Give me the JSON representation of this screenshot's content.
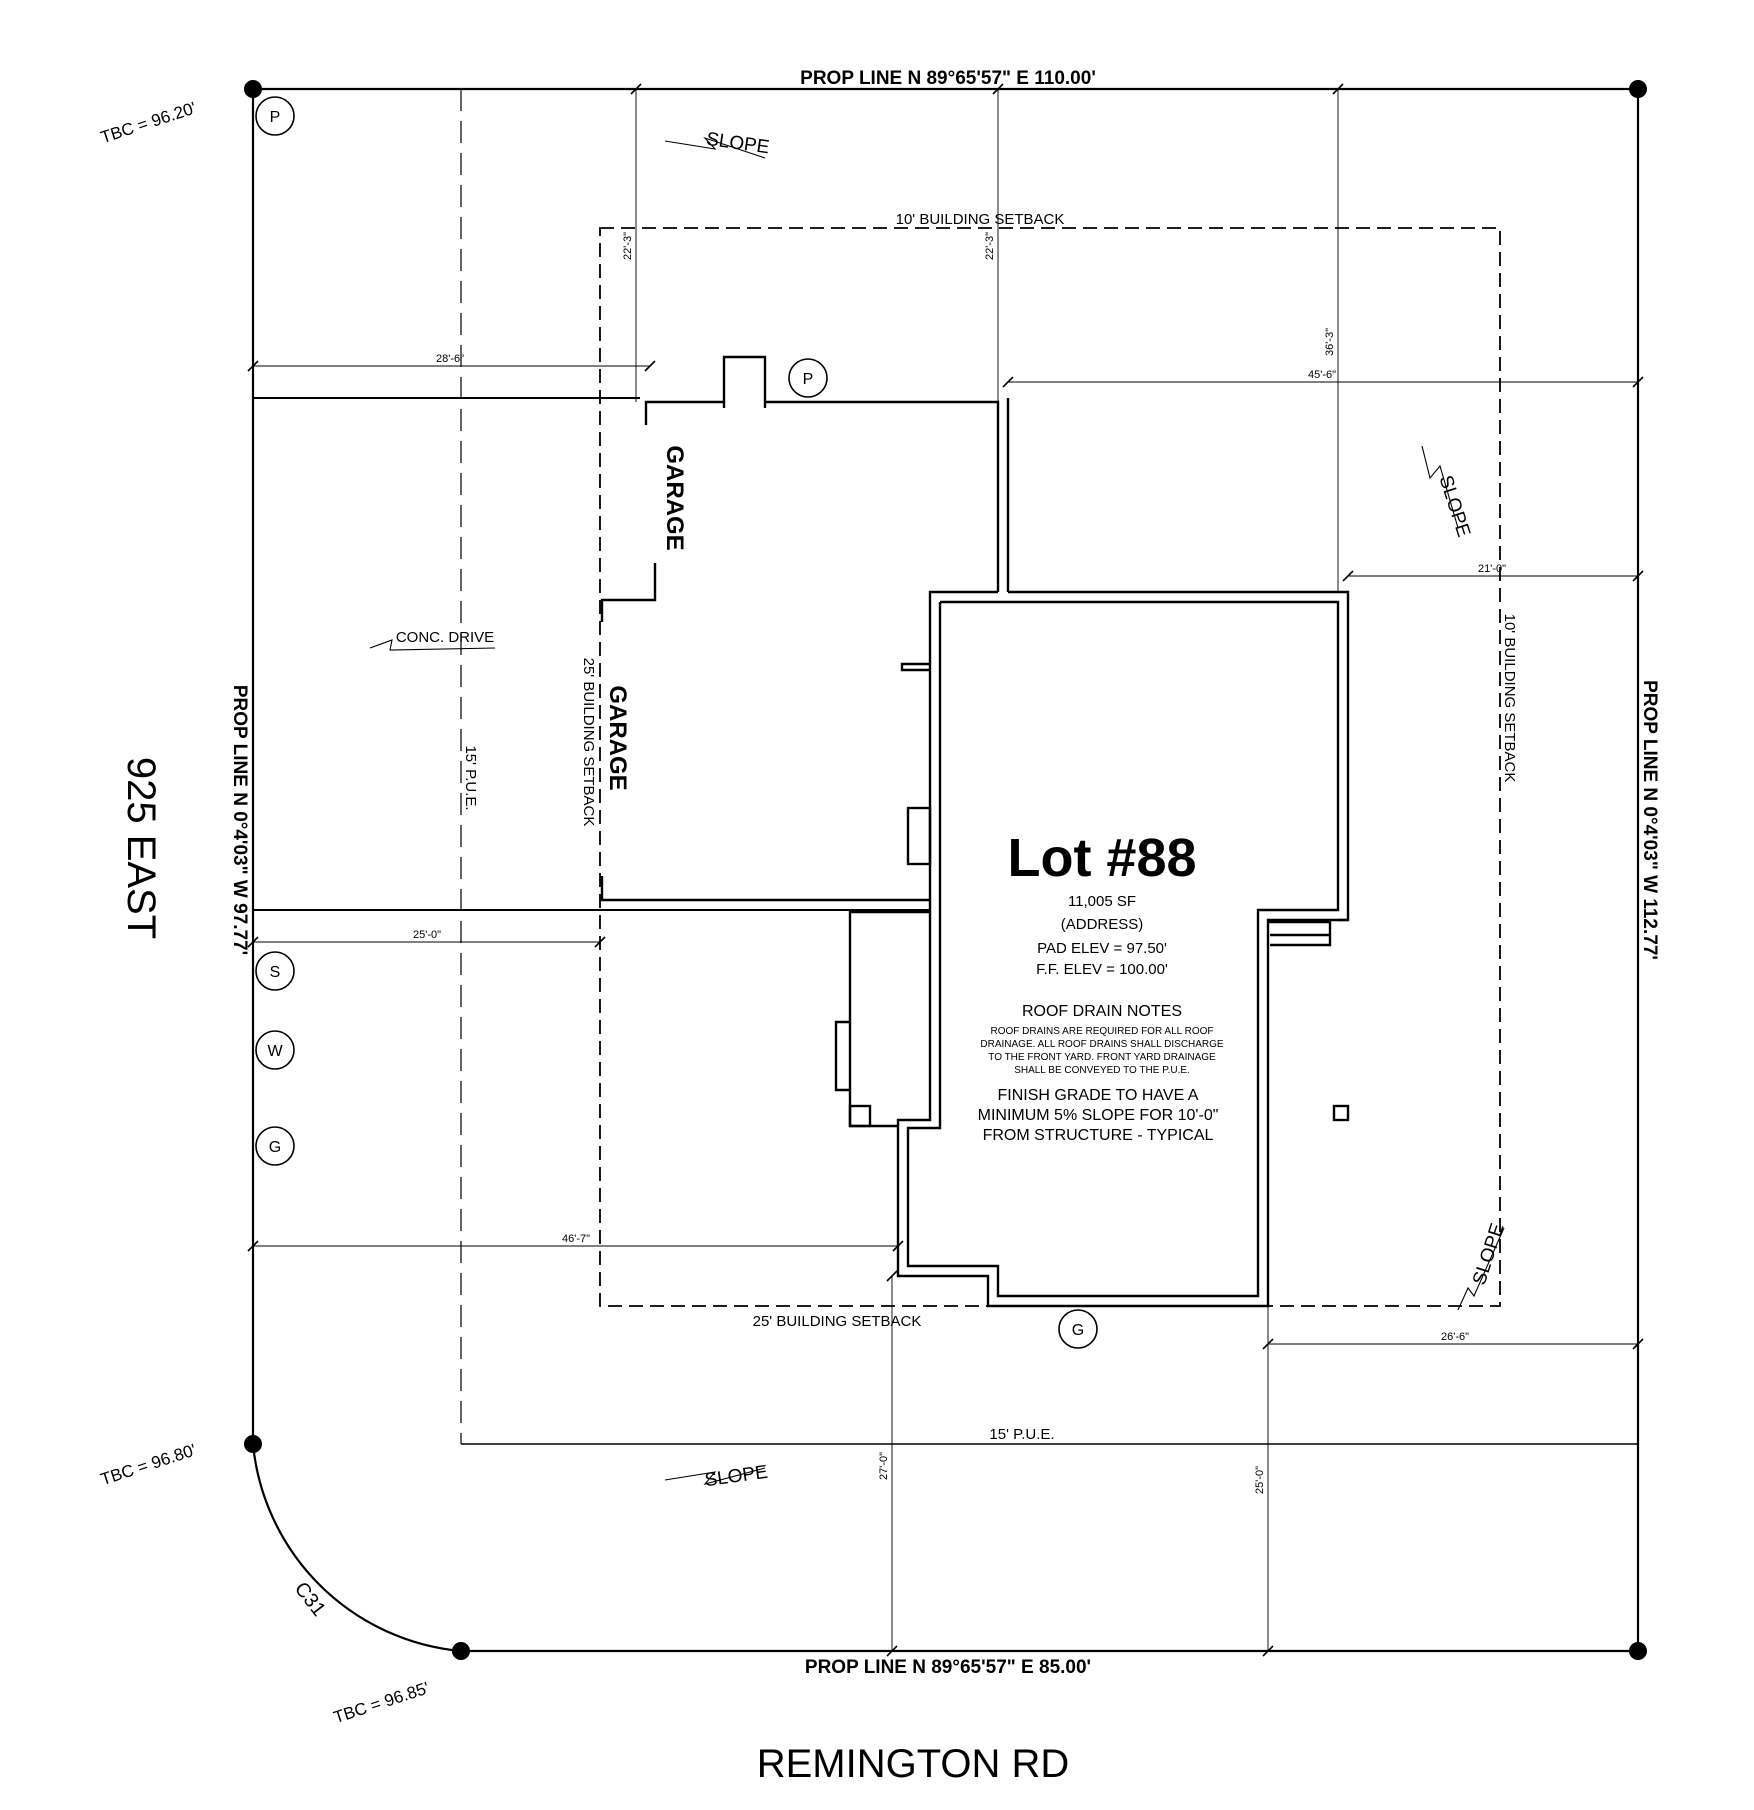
{
  "property_lines": {
    "north": "PROP LINE N 89°65'57\" E 110.00'",
    "south": "PROP LINE N 89°65'57\" E 85.00'",
    "west": "PROP LINE N 0°4'03\" W 97.77'",
    "east": "PROP LINE N 0°4'03\" W 112.77'"
  },
  "streets": {
    "west": "925 EAST",
    "south": "REMINGTON RD"
  },
  "tbc": {
    "top_left": "TBC  =  96.20'",
    "bottom_left": "TBC  =  96.80'",
    "bottom": "TBC  =  96.85'"
  },
  "curve_label": "C31",
  "setbacks": {
    "top": "10' BUILDING SETBACK",
    "right": "10' BUILDING SETBACK",
    "left": "25' BUILDING SETBACK",
    "bottom": "25' BUILDING SETBACK"
  },
  "pue": {
    "vertical": "15' P.U.E.",
    "horizontal": "15' P.U.E."
  },
  "conc_drive": "CONC. DRIVE",
  "slope": "SLOPE",
  "garage": "GARAGE",
  "lot": {
    "title": "Lot #88",
    "area": "11,005 SF",
    "address": "(ADDRESS)",
    "pad_elev": "PAD ELEV = 97.50'",
    "ff_elev": "F.F. ELEV = 100.00'"
  },
  "roof_drain": {
    "heading": "ROOF DRAIN NOTES",
    "lines": [
      "ROOF DRAINS ARE REQUIRED FOR ALL ROOF",
      "DRAINAGE.  ALL ROOF DRAINS SHALL DISCHARGE",
      "TO THE FRONT YARD.  FRONT YARD DRAINAGE",
      "SHALL BE CONVEYED TO THE P.U.E."
    ]
  },
  "finish_grade": [
    "FINISH GRADE TO HAVE A",
    "MINIMUM 5% SLOPE FOR 10'-0\"",
    "FROM STRUCTURE - TYPICAL"
  ],
  "dimensions": {
    "d28_6": "28'-6\"",
    "d22_3": "22'-3\"",
    "d36_3": "36'-3\"",
    "d45_6": "45'-6\"",
    "d21_0": "21'-0\"",
    "d25_0h": "25'-0\"",
    "d46_7": "46'-7\"",
    "d26_6": "26'-6\"",
    "d27_0": "27'-0\"",
    "d25_0v": "25'-0\""
  },
  "utilities": {
    "power": "P",
    "sewer": "S",
    "water": "W",
    "gas": "G"
  }
}
